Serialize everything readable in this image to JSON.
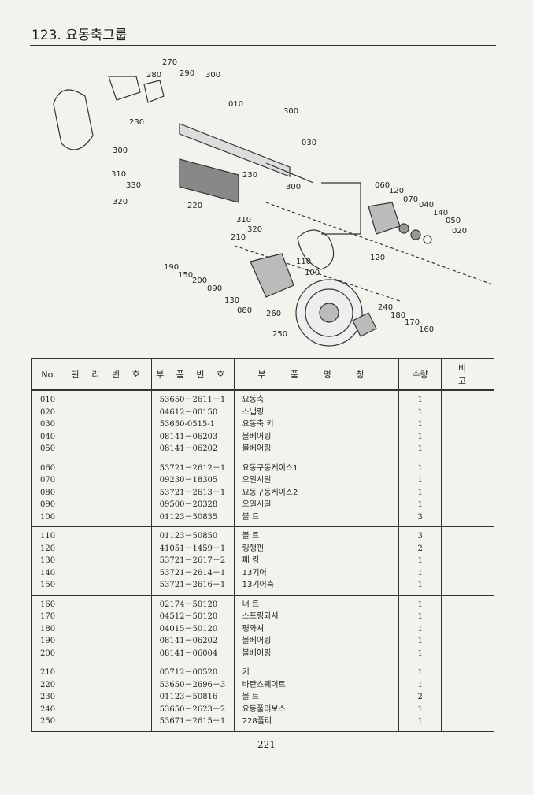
{
  "header": {
    "title": "123. 요동축그룹"
  },
  "diagram": {
    "callouts": [
      "270",
      "280",
      "290",
      "300",
      "010",
      "300",
      "030",
      "230",
      "300",
      "310",
      "330",
      "320",
      "220",
      "230",
      "300",
      "060",
      "120",
      "070",
      "040",
      "140",
      "050",
      "020",
      "310",
      "320",
      "210",
      "190",
      "150",
      "200",
      "090",
      "110",
      "100",
      "120",
      "130",
      "080",
      "260",
      "240",
      "180",
      "170",
      "160",
      "250"
    ]
  },
  "table": {
    "headers": {
      "no": "No.",
      "mgmt": "관 리 번 호",
      "part_no": "부 품 번 호",
      "name": "부 품 명 칭",
      "qty": "수량",
      "note": "비 고"
    },
    "groups": [
      [
        {
          "no": "010",
          "part_no": "53650－2611－1",
          "name": "요동축",
          "qty": "1"
        },
        {
          "no": "020",
          "part_no": "04612－00150",
          "name": "스냅링",
          "qty": "1"
        },
        {
          "no": "030",
          "part_no": "53650-0515-1",
          "name": "요동축 키",
          "qty": "1"
        },
        {
          "no": "040",
          "part_no": "08141－06203",
          "name": "볼베어링",
          "qty": "1"
        },
        {
          "no": "050",
          "part_no": "08141－06202",
          "name": "볼베어링",
          "qty": "1"
        }
      ],
      [
        {
          "no": "060",
          "part_no": "53721－2612－1",
          "name": "요동구동케이스1",
          "qty": "1"
        },
        {
          "no": "070",
          "part_no": "09230－18305",
          "name": "오일시일",
          "qty": "1"
        },
        {
          "no": "080",
          "part_no": "53721－2613－1",
          "name": "요동구동케이스2",
          "qty": "1"
        },
        {
          "no": "090",
          "part_no": "09500－20328",
          "name": "오일시일",
          "qty": "1"
        },
        {
          "no": "100",
          "part_no": "01123－50835",
          "name": "볼 트",
          "qty": "3"
        }
      ],
      [
        {
          "no": "110",
          "part_no": "01123－50850",
          "name": "볼 트",
          "qty": "3"
        },
        {
          "no": "120",
          "part_no": "41051－1459－1",
          "name": "링행핀",
          "qty": "2"
        },
        {
          "no": "130",
          "part_no": "53721－2617－2",
          "name": "패 킹",
          "qty": "1"
        },
        {
          "no": "140",
          "part_no": "53721－2614－1",
          "name": "13기어",
          "qty": "1"
        },
        {
          "no": "150",
          "part_no": "53721－2616－1",
          "name": "13기어축",
          "qty": "1"
        }
      ],
      [
        {
          "no": "160",
          "part_no": "02174－50120",
          "name": "너 트",
          "qty": "1"
        },
        {
          "no": "170",
          "part_no": "04512－50120",
          "name": "스프링와셔",
          "qty": "1"
        },
        {
          "no": "180",
          "part_no": "04015－50120",
          "name": "평와셔",
          "qty": "1"
        },
        {
          "no": "190",
          "part_no": "08141－06202",
          "name": "볼베어링",
          "qty": "1"
        },
        {
          "no": "200",
          "part_no": "08141－06004",
          "name": "볼베어링",
          "qty": "1"
        }
      ],
      [
        {
          "no": "210",
          "part_no": "05712－00520",
          "name": "키",
          "qty": "1"
        },
        {
          "no": "220",
          "part_no": "53650－2696－3",
          "name": "바란스웨이트",
          "qty": "1"
        },
        {
          "no": "230",
          "part_no": "01123－50816",
          "name": "볼 트",
          "qty": "2"
        },
        {
          "no": "240",
          "part_no": "53650－2623－2",
          "name": "요동풀리보스",
          "qty": "1"
        },
        {
          "no": "250",
          "part_no": "53671－2615－1",
          "name": "228풀리",
          "qty": "1"
        }
      ]
    ]
  },
  "footer": {
    "page_number": "-221-"
  }
}
